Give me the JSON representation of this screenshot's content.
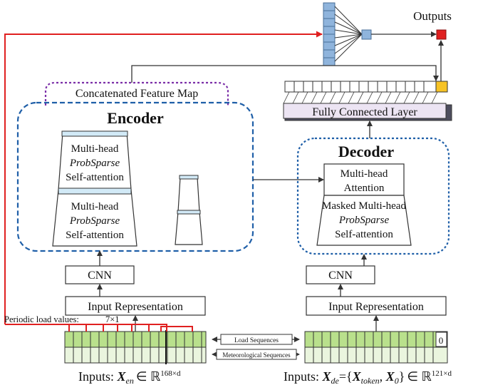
{
  "outputs_label": "Outputs",
  "concat_label": "Concatenated Feature Map",
  "fc_label": "Fully Connected Layer",
  "encoder": {
    "title": "Encoder",
    "block1": {
      "line1": "Multi-head",
      "line2": "ProbSparse",
      "line3": "Self-attention"
    },
    "block2": {
      "line1": "Multi-head",
      "line2": "ProbSparse",
      "line3": "Self-attention"
    },
    "cnn": "CNN",
    "input_rep": "Input Representation"
  },
  "decoder": {
    "title": "Decoder",
    "attention": {
      "line1": "Multi-head",
      "line2": "Attention"
    },
    "masked": {
      "line1": "Masked Multi-head",
      "line2": "ProbSparse",
      "line3": "Self-attention"
    },
    "cnn": "CNN",
    "input_rep": "Input Representation"
  },
  "periodic_label": "Periodic load values:",
  "periodic_dims": "7×1",
  "load_seq_label": "Load Sequences",
  "met_seq_label": "Meteorological Sequences",
  "decoder_zero": "0",
  "inputs_en": {
    "prefix": "Inputs: ",
    "var": "X",
    "sub": "en",
    "rel": "∈ ℝ",
    "sup": "168×d"
  },
  "inputs_de": {
    "prefix": "Inputs: ",
    "var": "X",
    "sub": "de",
    "mid": "={",
    "token_var": "X",
    "token_sub": "token",
    "comma": ", ",
    "zero_var": "X",
    "zero_sub": "0",
    "close": "}",
    "rel": "∈ ℝ",
    "sup": "121×d"
  },
  "colors": {
    "green": "#b9e08c",
    "blue": "#8fb4dc",
    "red": "#e02020",
    "orange": "#f7c325",
    "dash_blue": "#1f5fa8",
    "dash_purple": "#7b2fa8"
  }
}
